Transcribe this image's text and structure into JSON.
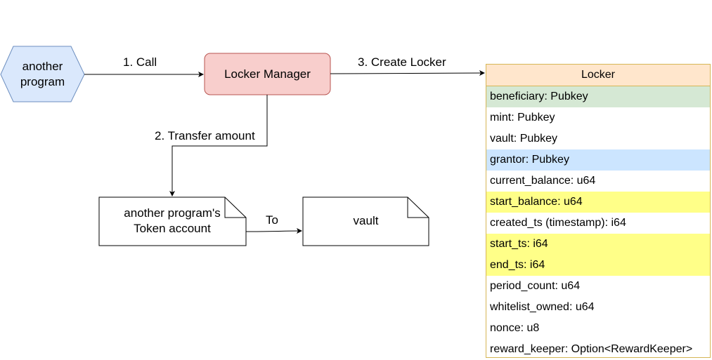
{
  "nodes": {
    "another_program": "another program",
    "locker_manager": "Locker Manager",
    "token_account": "another program's Token account",
    "vault": "vault"
  },
  "edges": {
    "call": "1. Call",
    "transfer": "2. Transfer amount",
    "create": "3. Create Locker",
    "to": "To"
  },
  "locker": {
    "title": "Locker",
    "fields": [
      {
        "text": "beneficiary: Pubkey",
        "highlight": "green"
      },
      {
        "text": "mint: Pubkey",
        "highlight": "none"
      },
      {
        "text": "vault: Pubkey",
        "highlight": "none"
      },
      {
        "text": "grantor: Pubkey",
        "highlight": "blue"
      },
      {
        "text": "current_balance: u64",
        "highlight": "none"
      },
      {
        "text": "start_balance: u64",
        "highlight": "yellow"
      },
      {
        "text": "created_ts (timestamp): i64",
        "highlight": "none"
      },
      {
        "text": "start_ts: i64",
        "highlight": "yellow"
      },
      {
        "text": "end_ts: i64",
        "highlight": "yellow"
      },
      {
        "text": "period_count: u64",
        "highlight": "none"
      },
      {
        "text": "whitelist_owned: u64",
        "highlight": "none"
      },
      {
        "text": "nonce: u8",
        "highlight": "none"
      },
      {
        "text": "reward_keeper: Option<RewardKeeper>",
        "highlight": "none"
      }
    ]
  },
  "colors": {
    "hexagon_fill": "#dae8fc",
    "hexagon_stroke": "#6c8ebf",
    "manager_fill": "#f8cecc",
    "manager_stroke": "#b85450",
    "locker_header": "#ffe6cc",
    "locker_border": "#d6b656",
    "highlight_green": "#d5e8d4",
    "highlight_blue": "#cce5ff",
    "highlight_yellow": "#ffff88"
  }
}
